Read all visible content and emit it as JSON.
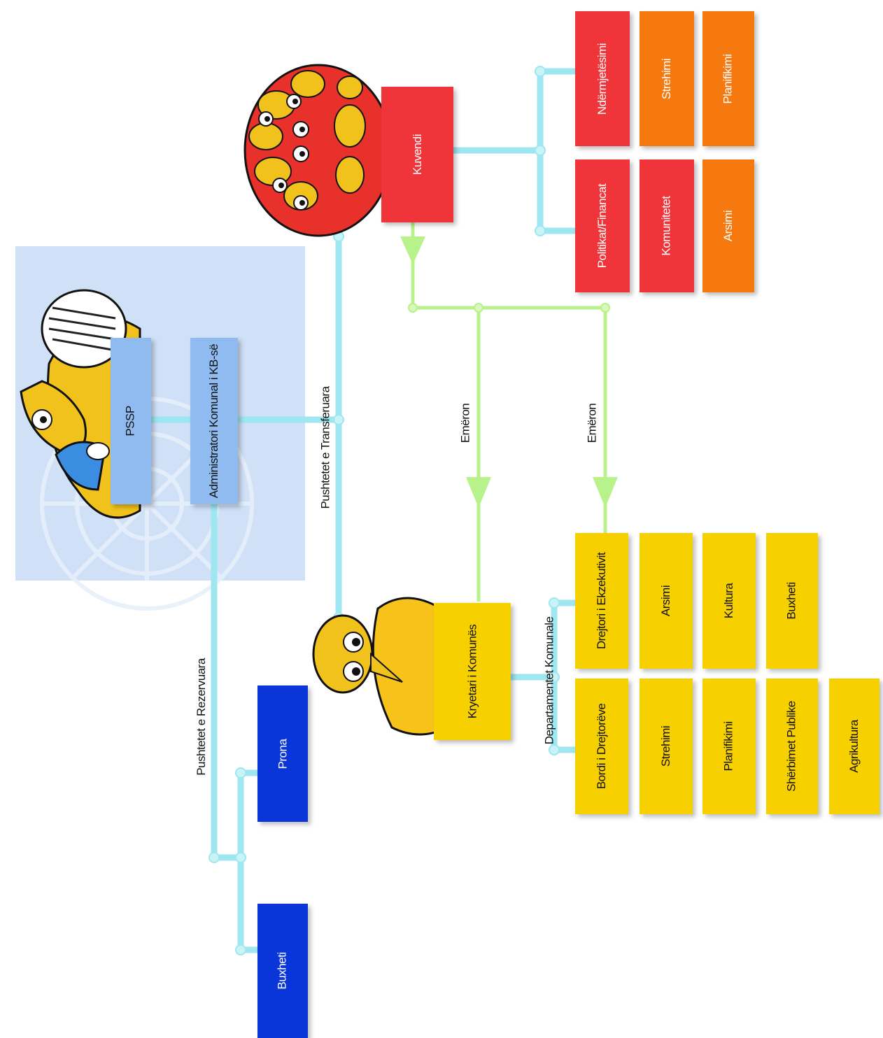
{
  "colors": {
    "red": "#f0353a",
    "orange": "#f5790f",
    "yellow": "#f7d000",
    "lightblue": "#8fbbf0",
    "navy": "#0a36d9",
    "panel": "#cfe0f7",
    "cyan": "#9ee6f0",
    "green": "#b8f28a"
  },
  "unmik": {
    "pssp": "PSSP",
    "administrator": "Administratori Komunal i KB-së"
  },
  "reserved": {
    "label": "Pushtetet e Rezervuara",
    "prona": "Prona",
    "buxheti": "Buxheti"
  },
  "transferred_label": "Pushtetet e Transferuara",
  "assembly": {
    "name": "Kuvendi",
    "committees": [
      "Ndërmjetësimi",
      "Strehimi",
      "Planifikimi",
      "Politikat/Financat",
      "Komunitetet",
      "Arsimi"
    ]
  },
  "appoints": [
    "Emëron",
    "Emëron"
  ],
  "president": {
    "name": "Kryetari i Komunës",
    "departments_label": "Departamentet Komunale",
    "director": "Drejtori i Ekzekutivit",
    "board": "Bordi i Drejtorëve",
    "departments": [
      "Arsimi",
      "Kultura",
      "Buxheti",
      "Strehimi",
      "Planifikimi",
      "Shërbimet Publike",
      "Agrikultura"
    ]
  }
}
